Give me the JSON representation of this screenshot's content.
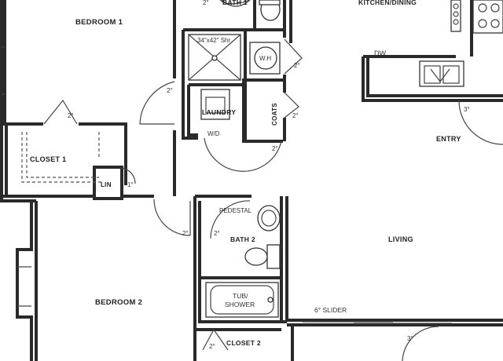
{
  "rooms": {
    "bedroom1": "BEDROOM 1",
    "bath1": "BATH 1",
    "kitchen": "KITCHEN/DINING",
    "shower": "34\"x42\" Shr",
    "wh": "W.H",
    "laundry": "LAUNDRY",
    "wd": "W/D",
    "coats": "COATS",
    "dw": "DW",
    "entry": "ENTRY",
    "closet1": "CLOSET 1",
    "lin": "LIN",
    "pedestal": "PEDESTAL",
    "bath2": "BATH 2",
    "living": "LIVING",
    "tub": "TUB/",
    "shower2": "SHOWER",
    "slider": "6° SLIDER",
    "bedroom2": "BEDROOM 2",
    "closet2": "CLOSET 2"
  },
  "doors": {
    "d1": "2°",
    "d2": "2°",
    "d3": "2°",
    "d4": "2°",
    "d5": "2°",
    "d6": "2°",
    "d7": "1°",
    "d8": "2°",
    "d9": "2°",
    "d10": "3°",
    "d11": "3°",
    "d12": "2°"
  }
}
